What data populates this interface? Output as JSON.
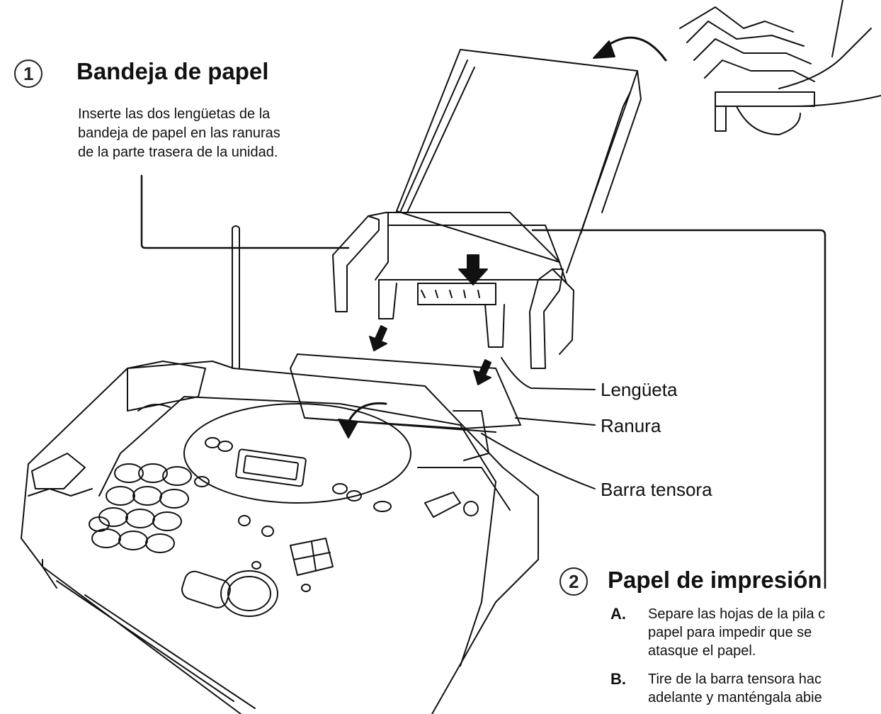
{
  "step1": {
    "number": "1",
    "title": "Bandeja de papel",
    "text_lines": [
      "Inserte las dos lengüetas de la",
      "bandeja de papel en las ranuras",
      "de la parte trasera de la unidad."
    ]
  },
  "callouts": {
    "tab": "Lengüeta",
    "slot": "Ranura",
    "tension_bar": "Barra tensora"
  },
  "step2": {
    "number": "2",
    "title": "Papel de impresión",
    "items": [
      {
        "letter": "A.",
        "lines": [
          "Separe las hojas de la pila c",
          "papel para impedir que se",
          "atasque el papel."
        ]
      },
      {
        "letter": "B.",
        "lines": [
          "Tire de la barra tensora hac",
          "adelante y manténgala abie"
        ]
      }
    ]
  }
}
